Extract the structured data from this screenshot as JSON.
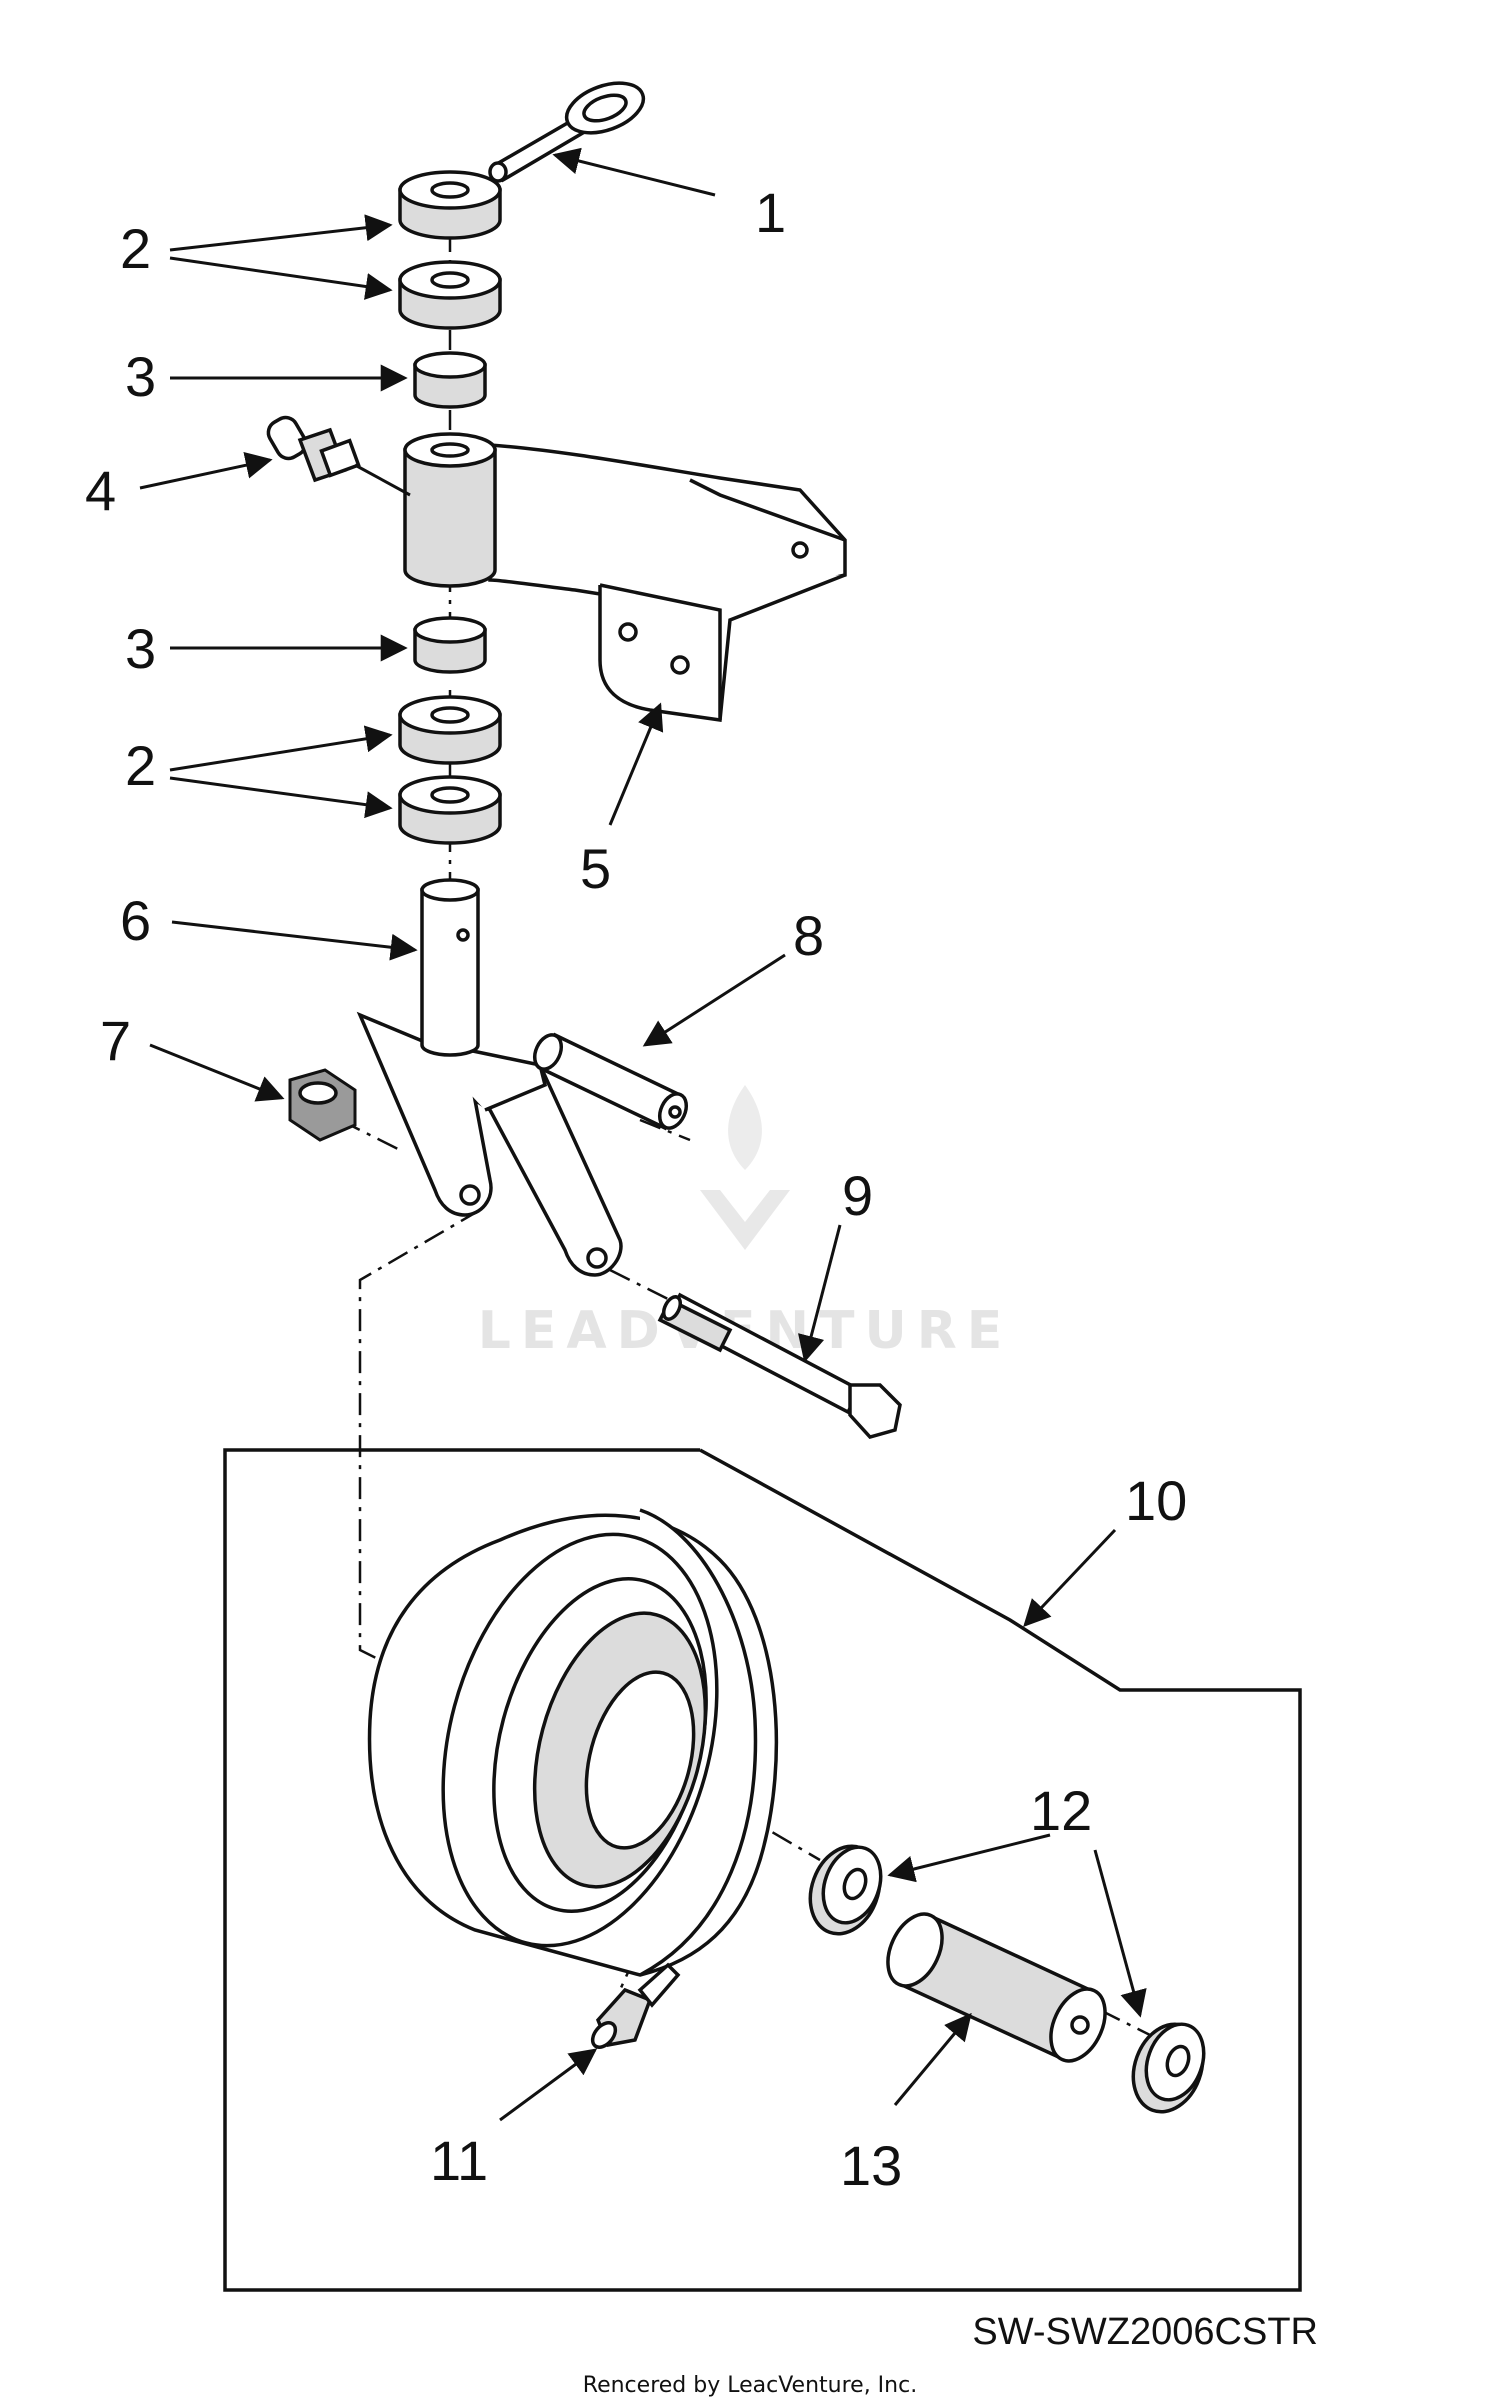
{
  "callouts": [
    "1",
    "2",
    "3",
    "4",
    "5",
    "6",
    "7",
    "8",
    "9",
    "10",
    "11",
    "12",
    "13"
  ],
  "drawing_code": "SW-SWZ2006CSTR",
  "credit": "Rencered by LeacVenture, Inc.",
  "watermark": "LEADVENTURE",
  "colors": {
    "line": "#111111",
    "shade": "#dcdcdc",
    "watermark": "#e4e4e4"
  }
}
